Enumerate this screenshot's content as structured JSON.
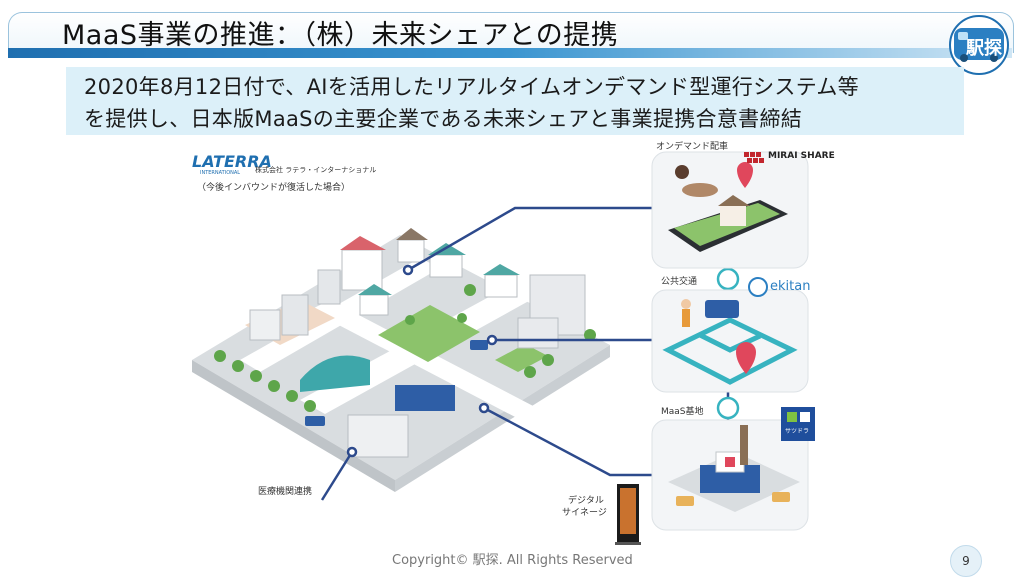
{
  "header": {
    "title": "MaaS事業の推進：（株）未来シェアとの提携",
    "logo_text": "駅探"
  },
  "banner": {
    "line1": "2020年8月12日付で、AIを活用したリアルタイムオンデマンド型運行システム等",
    "line2": "を提供し、日本版MaaSの主要企業である未来シェアと事業提携合意書締結"
  },
  "diagram": {
    "laterra_logo": "LATERRA",
    "laterra_sub": "INTERNATIONAL",
    "laterra_company": "株式会社 ラテラ・インターナショナル",
    "laterra_note": "（今後インバウンドが復活した場合）",
    "label_ondemand": "オンデマンド配車",
    "mirai_share_logo": "MIRAI SHARE",
    "label_public_transport": "公共交通",
    "ekitan_logo": "ekitan",
    "label_maas_base": "MaaS基地",
    "sundrug_logo": "サツドラ",
    "label_medical": "医療機関連携",
    "label_signage_1": "デジタル",
    "label_signage_2": "サイネージ"
  },
  "footer": {
    "copyright": "Copyright© 駅探. All Rights Reserved",
    "page_number": "9"
  },
  "colors": {
    "accent_blue": "#1f6fb0",
    "banner_bg": "#dcf0f9",
    "connector": "#2d4a8c",
    "ground": "#d9dde0",
    "grass": "#8cc36b"
  }
}
